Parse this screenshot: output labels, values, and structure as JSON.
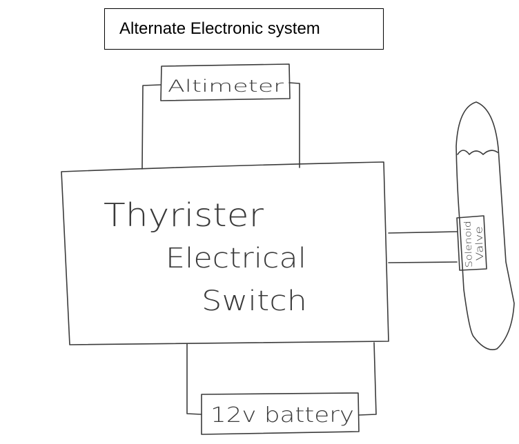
{
  "title": "Alternate Electronic system",
  "components": {
    "altimeter": "Altimeter",
    "switch_line1": "Thyrister",
    "switch_line2": "Electrical",
    "switch_line3": "Switch",
    "battery": "12v battery",
    "valve_line1": "Solenoid",
    "valve_line2": "Valve"
  },
  "colors": {
    "ink": "#3a3a3a",
    "background": "#ffffff"
  }
}
